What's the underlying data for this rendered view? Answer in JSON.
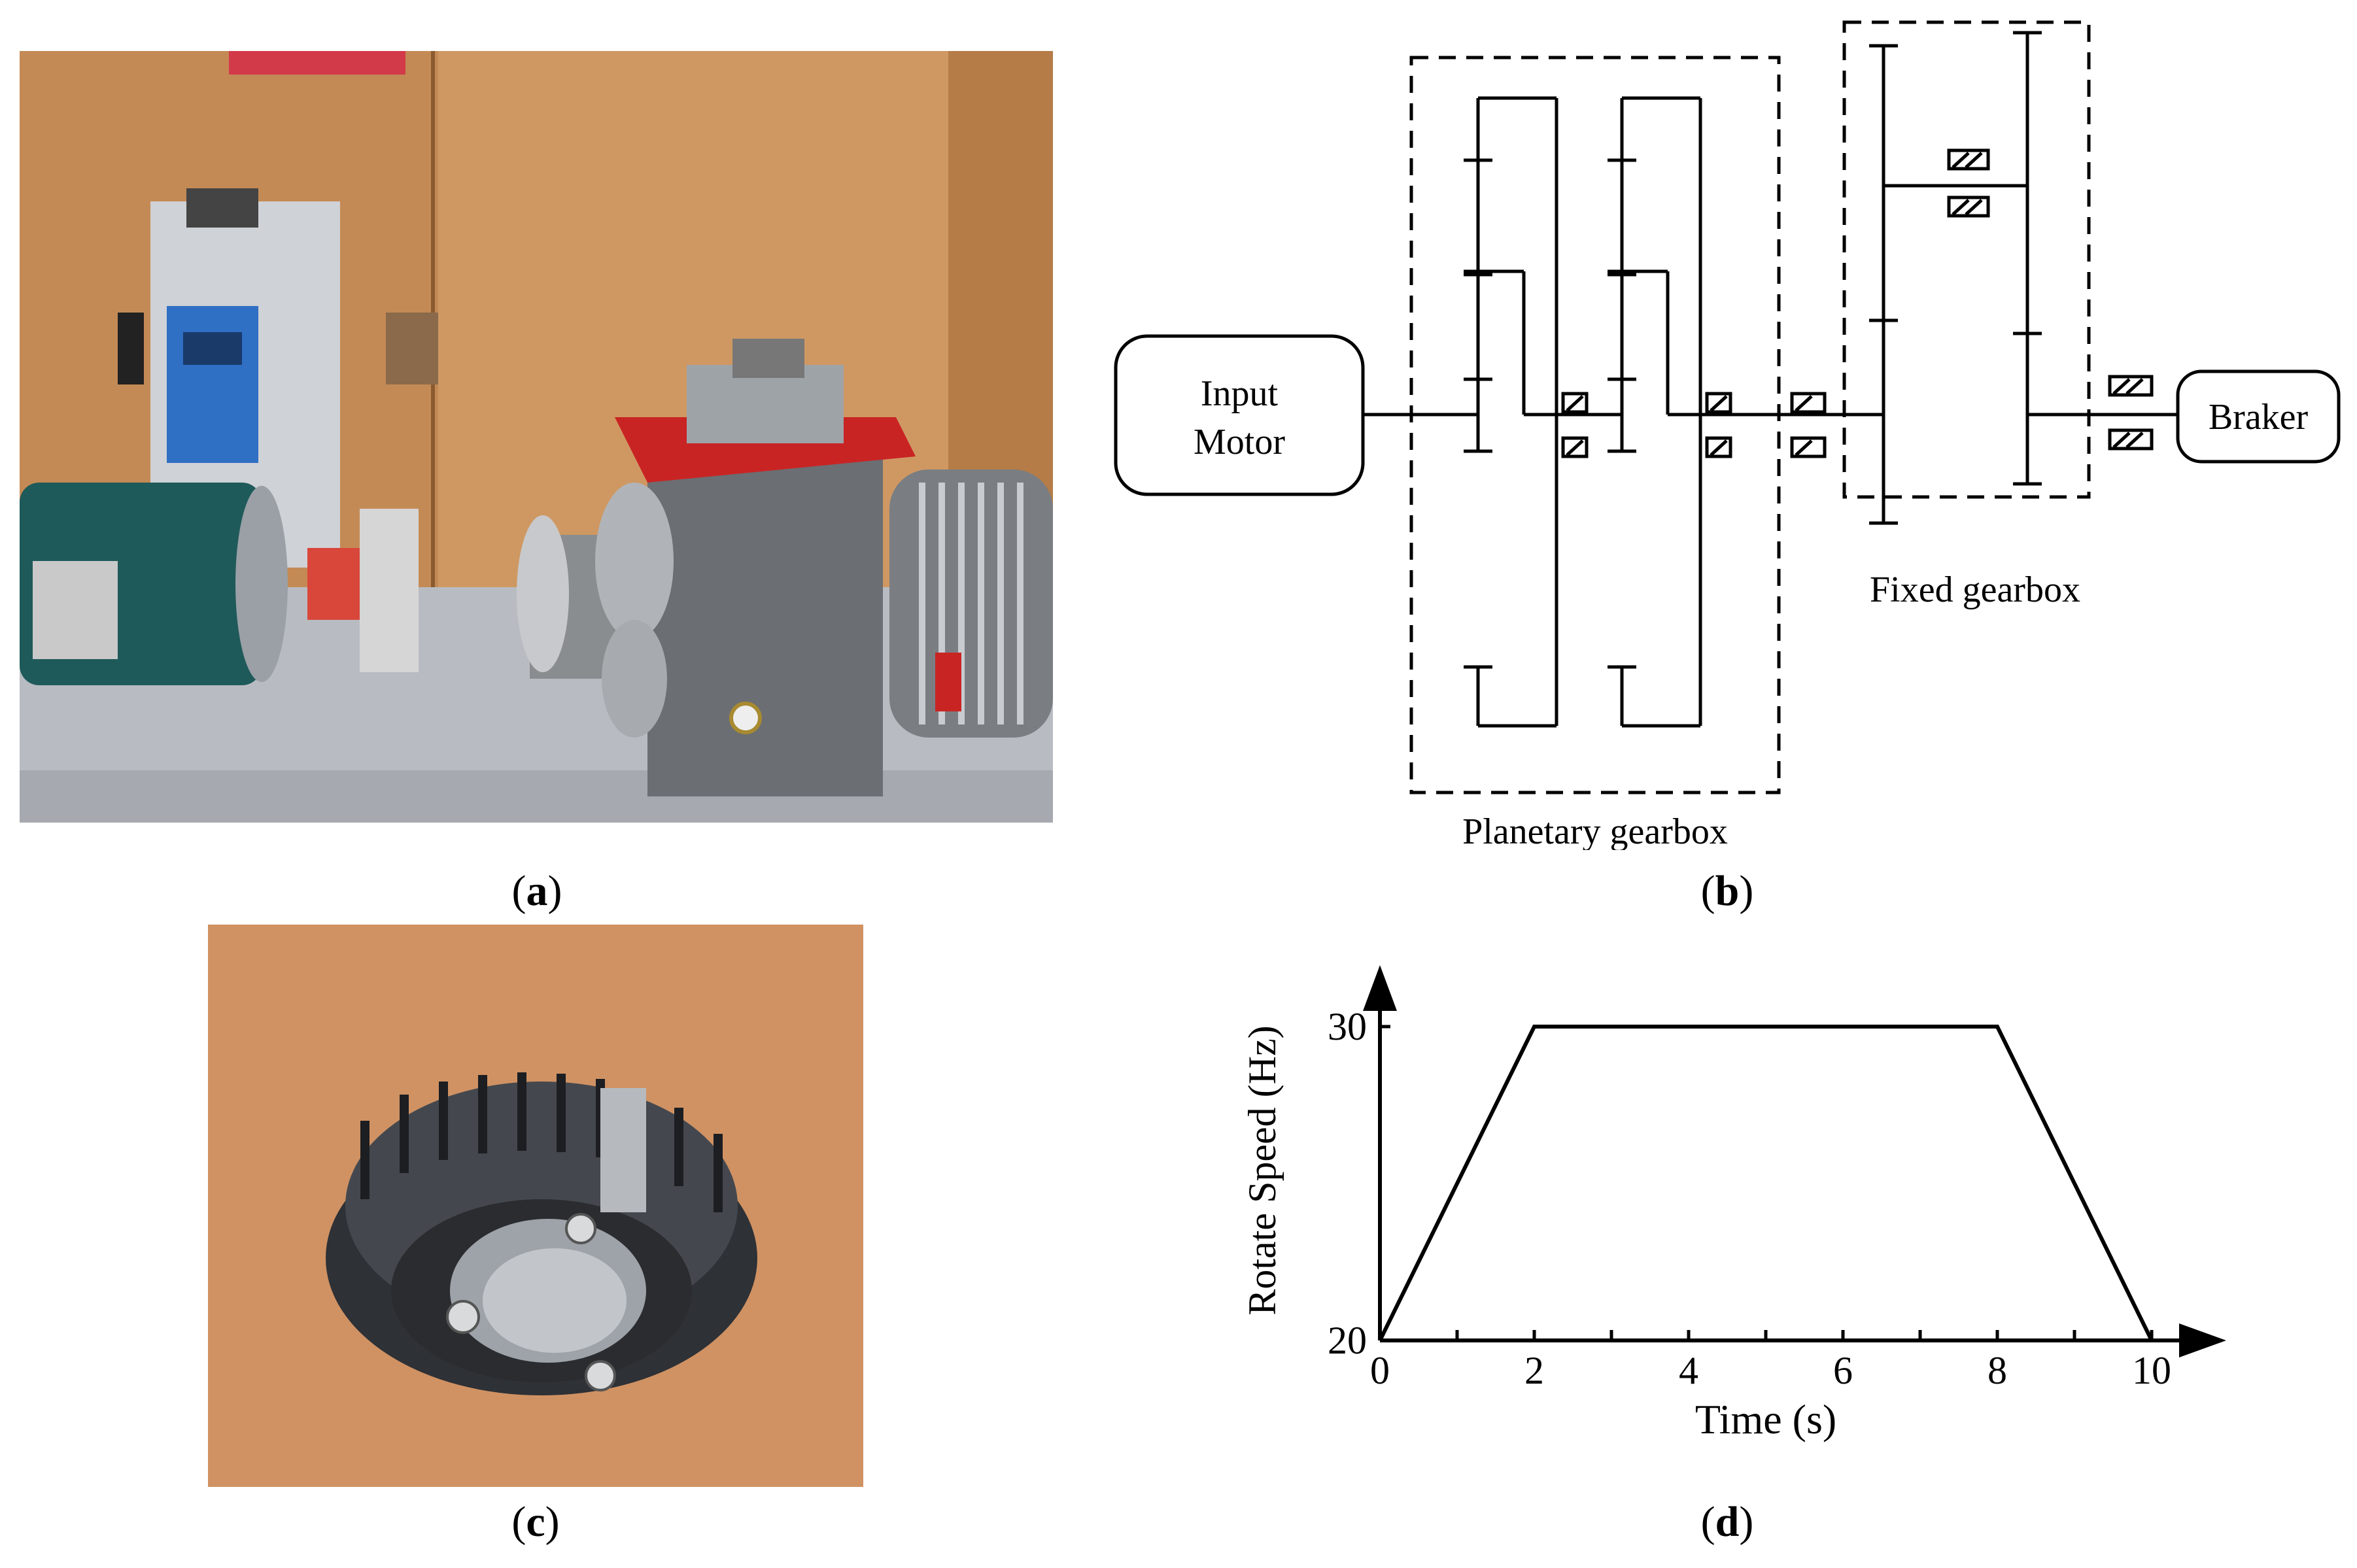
{
  "panels": {
    "a": {
      "label": "a",
      "photo": "gearbox test rig photograph"
    },
    "b": {
      "label": "b",
      "input_motor": [
        "Input",
        "Motor"
      ],
      "planetary": "Planetary gearbox",
      "fixed": "Fixed gearbox",
      "braker": "Braker"
    },
    "c": {
      "label": "c",
      "photo": "damaged gear photograph"
    },
    "d": {
      "label": "d"
    }
  },
  "chart_data": {
    "type": "line",
    "title": "",
    "xlabel": "Time (s)",
    "ylabel": "Rotate Speed (Hz)",
    "x_ticks": [
      "0",
      "2",
      "4",
      "6",
      "8",
      "10"
    ],
    "y_ticks": [
      "20",
      "30"
    ],
    "xlim": [
      0,
      10
    ],
    "ylim": [
      20,
      30
    ],
    "grid": false,
    "series": [
      {
        "x": [
          0,
          2,
          8,
          10
        ],
        "y": [
          20,
          30,
          30,
          20
        ]
      }
    ]
  }
}
